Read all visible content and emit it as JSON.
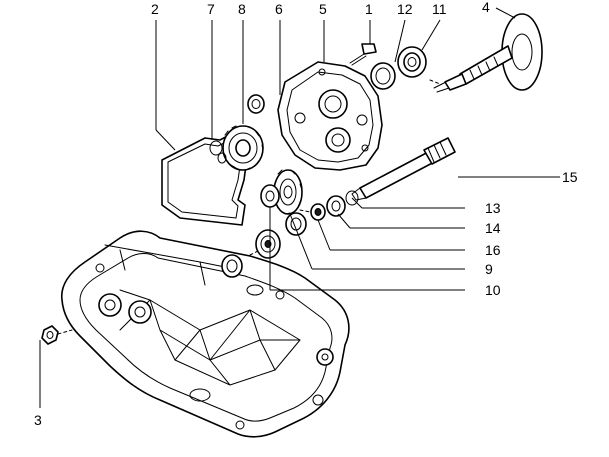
{
  "colors": {
    "ink": "#000000",
    "paper": "#ffffff"
  },
  "callouts": {
    "c1": "1",
    "c2": "2",
    "c3": "3",
    "c4": "4",
    "c5": "5",
    "c6": "6",
    "c7": "7",
    "c8": "8",
    "c9": "9",
    "c10": "10",
    "c11": "11",
    "c12": "12",
    "c13": "13",
    "c14": "14",
    "c15": "15",
    "c16": "16"
  }
}
